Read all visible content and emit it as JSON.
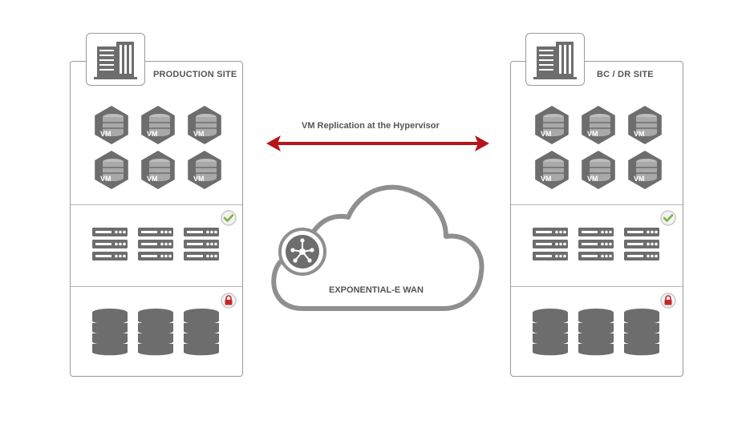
{
  "sites": {
    "production": {
      "title": "PRODUCTION SITE",
      "status_icon": "check-icon",
      "lock_icon": "lock-icon"
    },
    "dr": {
      "title": "BC / DR SITE",
      "status_icon": "check-icon",
      "lock_icon": "lock-icon"
    }
  },
  "vm_label": "VM",
  "replication": {
    "label": "VM Replication at the Hypervisor",
    "arrow_color": "#b5151b"
  },
  "wan": {
    "label": "EXPONENTIAL-E WAN",
    "icon": "network-hub-icon"
  },
  "colors": {
    "icon_gray": "#6d6d6d",
    "border": "#9a9a9a",
    "check_green": "#7cb342",
    "lock_red": "#c62828",
    "text": "#555555"
  }
}
